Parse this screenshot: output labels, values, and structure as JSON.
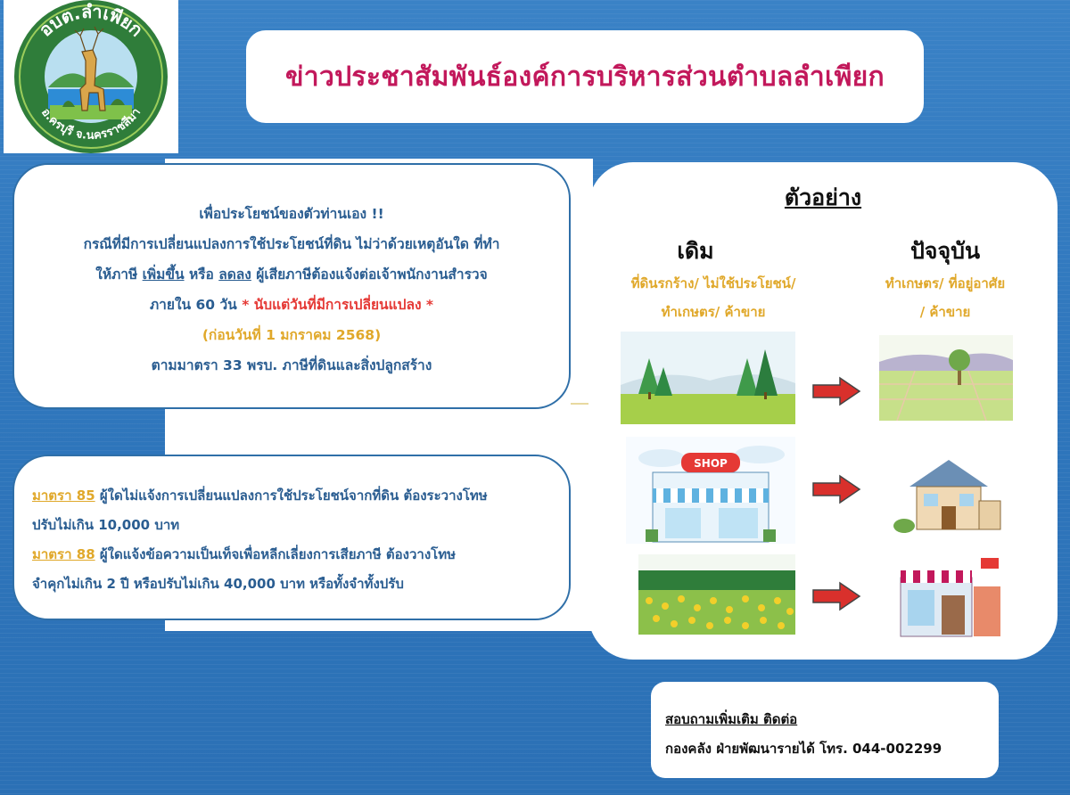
{
  "logo": {
    "top_text": "อบต.ลำเพียก",
    "bottom_text": "อ.ครบุรี จ.นครราชสีมา"
  },
  "header": {
    "title": "ข่าวประชาสัมพันธ์องค์การบริหารส่วนตำบลลำเพียก"
  },
  "notice": {
    "line1": "เพื่อประโยชน์ของตัวท่านเอง !!",
    "line2": "กรณีที่มีการเปลี่ยนแปลงการใช้ประโยชน์ที่ดิน ไม่ว่าด้วยเหตุอันใด ที่ทำ",
    "line3_a": "ให้ภาษี ",
    "line3_increase": "เพิ่มขึ้น",
    "line3_b": " หรือ ",
    "line3_decrease": "ลดลง",
    "line3_c": " ผู้เสียภาษีต้องแจ้งต่อเจ้าพนักงานสำรวจ",
    "line4_a": "ภายใน 60 วัน ",
    "line4_b": "* นับแต่วันที่มีการเปลี่ยนแปลง *",
    "line5": "(ก่อนวันที่ 1 มกราคม 2568)",
    "line6": "ตามมาตรา 33  พรบ. ภาษีที่ดินและสิ่งปลูกสร้าง"
  },
  "penalties": {
    "law85_label": "มาตรา 85",
    "law85_text": " ผู้ใดไม่แจ้งการเปลี่ยนแปลงการใช้ประโยชน์จากที่ดิน ต้องระวางโทษ",
    "law85_text2": "ปรับไม่เกิน 10,000 บาท",
    "law88_label": "มาตรา 88",
    "law88_text": " ผู้ใดแจ้งข้อความเป็นเท็จเพื่อหลีกเลี่ยงการเสียภาษี ต้องวางโทษ",
    "law88_text2": "จำคุกไม่เกิน 2 ปี หรือปรับไม่เกิน 40,000 บาท หรือทั้งจำทั้งปรับ"
  },
  "example": {
    "title": "ตัวอย่าง",
    "before_heading": "เดิม",
    "before_desc_1": "ที่ดินรกร้าง/ ไม่ใช้ประโยชน์/",
    "before_desc_2": "ทำเกษตร/ ค้าขาย",
    "after_heading": "ปัจจุบัน",
    "after_desc_1": "ทำเกษตร/ ที่อยู่อาศัย",
    "after_desc_2": "/ ค้าขาย",
    "shop_sign": "SHOP"
  },
  "contact": {
    "line1": "สอบถามเพิ่มเติม ติดต่อ",
    "line2": "กองคลัง ฝ่ายพัฒนารายได้ โทร. 044-002299"
  },
  "colors": {
    "background": "#2f76bc",
    "title": "#c2185b",
    "body_text": "#2a5d91",
    "accent_gold": "#e0a82a",
    "accent_red": "#e53935",
    "arrow": "#d9302c"
  },
  "icons": [
    "deer-logo-icon",
    "arrow-right-icon"
  ]
}
